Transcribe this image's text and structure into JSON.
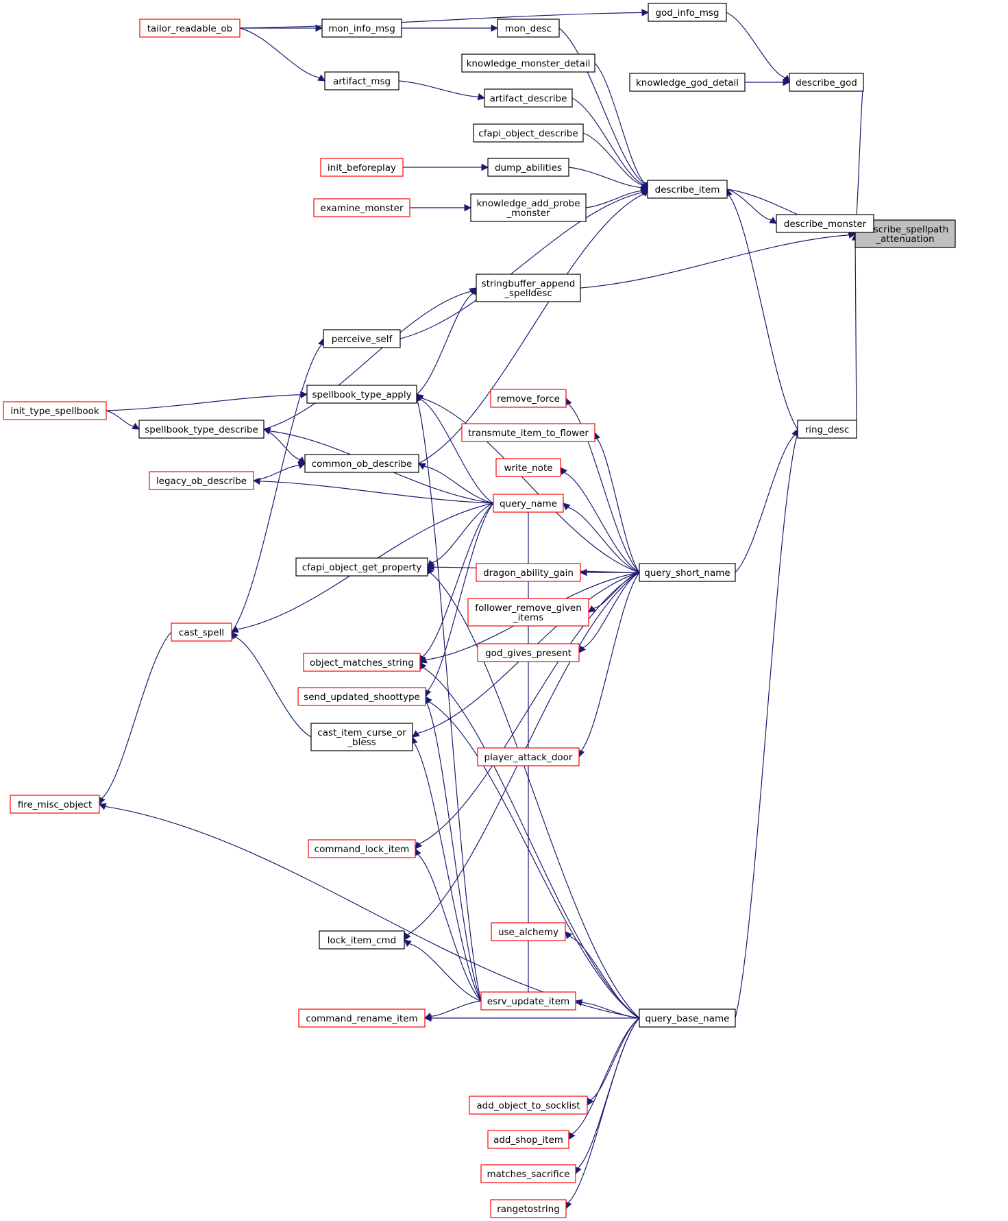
{
  "colors": {
    "edge": "#191970",
    "red_border": "#ff0000",
    "black_border": "#000000",
    "root_fill": "#bfbfbf"
  },
  "nodes": [
    {
      "id": "describe_spellpath_attenuation",
      "lines": [
        "describe_spellpath",
        "_attenuation"
      ],
      "style": "root"
    },
    {
      "id": "describe_god",
      "lines": [
        "describe_god"
      ],
      "style": "black"
    },
    {
      "id": "describe_item",
      "lines": [
        "describe_item"
      ],
      "style": "black"
    },
    {
      "id": "describe_monster",
      "lines": [
        "describe_monster"
      ],
      "style": "black"
    },
    {
      "id": "stringbuffer_append_spelldesc",
      "lines": [
        "stringbuffer_append",
        "_spelldesc"
      ],
      "style": "black"
    },
    {
      "id": "ring_desc",
      "lines": [
        "ring_desc"
      ],
      "style": "black"
    },
    {
      "id": "god_info_msg",
      "lines": [
        "god_info_msg"
      ],
      "style": "black"
    },
    {
      "id": "knowledge_god_detail",
      "lines": [
        "knowledge_god_detail"
      ],
      "style": "black"
    },
    {
      "id": "tailor_readable_ob",
      "lines": [
        "tailor_readable_ob"
      ],
      "style": "red"
    },
    {
      "id": "mon_info_msg",
      "lines": [
        "mon_info_msg"
      ],
      "style": "black"
    },
    {
      "id": "mon_desc",
      "lines": [
        "mon_desc"
      ],
      "style": "black"
    },
    {
      "id": "knowledge_monster_detail",
      "lines": [
        "knowledge_monster_detail"
      ],
      "style": "black"
    },
    {
      "id": "artifact_msg",
      "lines": [
        "artifact_msg"
      ],
      "style": "black"
    },
    {
      "id": "artifact_describe",
      "lines": [
        "artifact_describe"
      ],
      "style": "black"
    },
    {
      "id": "cfapi_object_describe",
      "lines": [
        "cfapi_object_describe"
      ],
      "style": "black"
    },
    {
      "id": "init_beforeplay",
      "lines": [
        "init_beforeplay"
      ],
      "style": "red"
    },
    {
      "id": "dump_abilities",
      "lines": [
        "dump_abilities"
      ],
      "style": "black"
    },
    {
      "id": "examine_monster",
      "lines": [
        "examine_monster"
      ],
      "style": "red"
    },
    {
      "id": "knowledge_add_probe_monster",
      "lines": [
        "knowledge_add_probe",
        "_monster"
      ],
      "style": "black"
    },
    {
      "id": "perceive_self",
      "lines": [
        "perceive_self"
      ],
      "style": "black"
    },
    {
      "id": "spellbook_type_apply",
      "lines": [
        "spellbook_type_apply"
      ],
      "style": "black"
    },
    {
      "id": "init_type_spellbook",
      "lines": [
        "init_type_spellbook"
      ],
      "style": "red"
    },
    {
      "id": "spellbook_type_describe",
      "lines": [
        "spellbook_type_describe"
      ],
      "style": "black"
    },
    {
      "id": "common_ob_describe",
      "lines": [
        "common_ob_describe"
      ],
      "style": "black"
    },
    {
      "id": "legacy_ob_describe",
      "lines": [
        "legacy_ob_describe"
      ],
      "style": "red"
    },
    {
      "id": "query_name",
      "lines": [
        "query_name"
      ],
      "style": "red"
    },
    {
      "id": "remove_force",
      "lines": [
        "remove_force"
      ],
      "style": "red"
    },
    {
      "id": "transmute_item_to_flower",
      "lines": [
        "transmute_item_to_flower"
      ],
      "style": "red"
    },
    {
      "id": "write_note",
      "lines": [
        "write_note"
      ],
      "style": "red"
    },
    {
      "id": "cfapi_object_get_property",
      "lines": [
        "cfapi_object_get_property"
      ],
      "style": "black"
    },
    {
      "id": "query_short_name",
      "lines": [
        "query_short_name"
      ],
      "style": "black"
    },
    {
      "id": "dragon_ability_gain",
      "lines": [
        "dragon_ability_gain"
      ],
      "style": "red"
    },
    {
      "id": "follower_remove_given_items",
      "lines": [
        "follower_remove_given",
        "_items"
      ],
      "style": "red"
    },
    {
      "id": "god_gives_present",
      "lines": [
        "god_gives_present"
      ],
      "style": "red"
    },
    {
      "id": "cast_spell",
      "lines": [
        "cast_spell"
      ],
      "style": "red"
    },
    {
      "id": "object_matches_string",
      "lines": [
        "object_matches_string"
      ],
      "style": "red"
    },
    {
      "id": "send_updated_shoottype",
      "lines": [
        "send_updated_shoottype"
      ],
      "style": "red"
    },
    {
      "id": "cast_item_curse_or_bless",
      "lines": [
        "cast_item_curse_or",
        "_bless"
      ],
      "style": "black"
    },
    {
      "id": "player_attack_door",
      "lines": [
        "player_attack_door"
      ],
      "style": "red"
    },
    {
      "id": "fire_misc_object",
      "lines": [
        "fire_misc_object"
      ],
      "style": "red"
    },
    {
      "id": "command_lock_item",
      "lines": [
        "command_lock_item"
      ],
      "style": "red"
    },
    {
      "id": "use_alchemy",
      "lines": [
        "use_alchemy"
      ],
      "style": "red"
    },
    {
      "id": "lock_item_cmd",
      "lines": [
        "lock_item_cmd"
      ],
      "style": "black"
    },
    {
      "id": "esrv_update_item",
      "lines": [
        "esrv_update_item"
      ],
      "style": "red"
    },
    {
      "id": "command_rename_item",
      "lines": [
        "command_rename_item"
      ],
      "style": "red"
    },
    {
      "id": "query_base_name",
      "lines": [
        "query_base_name"
      ],
      "style": "black"
    },
    {
      "id": "add_object_to_socklist",
      "lines": [
        "add_object_to_socklist"
      ],
      "style": "red"
    },
    {
      "id": "add_shop_item",
      "lines": [
        "add_shop_item"
      ],
      "style": "red"
    },
    {
      "id": "matches_sacrifice",
      "lines": [
        "matches_sacrifice"
      ],
      "style": "red"
    },
    {
      "id": "rangetostring",
      "lines": [
        "rangetostring"
      ],
      "style": "red"
    }
  ],
  "edges": [
    {
      "from": "describe_god",
      "to": "describe_spellpath_attenuation"
    },
    {
      "from": "describe_item",
      "to": "describe_spellpath_attenuation"
    },
    {
      "from": "describe_monster",
      "to": "describe_spellpath_attenuation"
    },
    {
      "from": "stringbuffer_append_spelldesc",
      "to": "describe_spellpath_attenuation"
    },
    {
      "from": "ring_desc",
      "to": "describe_spellpath_attenuation"
    },
    {
      "from": "god_info_msg",
      "to": "describe_god"
    },
    {
      "from": "knowledge_god_detail",
      "to": "describe_god"
    },
    {
      "from": "tailor_readable_ob",
      "to": "god_info_msg"
    },
    {
      "from": "tailor_readable_ob",
      "to": "mon_info_msg"
    },
    {
      "from": "tailor_readable_ob",
      "to": "artifact_msg"
    },
    {
      "from": "mon_info_msg",
      "to": "mon_desc"
    },
    {
      "from": "mon_desc",
      "to": "describe_item"
    },
    {
      "from": "knowledge_monster_detail",
      "to": "describe_item"
    },
    {
      "from": "artifact_msg",
      "to": "artifact_describe"
    },
    {
      "from": "artifact_describe",
      "to": "describe_item"
    },
    {
      "from": "cfapi_object_describe",
      "to": "describe_item"
    },
    {
      "from": "init_beforeplay",
      "to": "dump_abilities"
    },
    {
      "from": "dump_abilities",
      "to": "describe_item"
    },
    {
      "from": "examine_monster",
      "to": "knowledge_add_probe_monster"
    },
    {
      "from": "knowledge_add_probe_monster",
      "to": "describe_item"
    },
    {
      "from": "perceive_self",
      "to": "describe_item"
    },
    {
      "from": "common_ob_describe",
      "to": "describe_item"
    },
    {
      "from": "describe_item",
      "to": "describe_monster"
    },
    {
      "from": "ring_desc",
      "to": "describe_item"
    },
    {
      "from": "spellbook_type_apply",
      "to": "stringbuffer_append_spelldesc"
    },
    {
      "from": "spellbook_type_describe",
      "to": "stringbuffer_append_spelldesc"
    },
    {
      "from": "query_short_name",
      "to": "ring_desc"
    },
    {
      "from": "query_base_name",
      "to": "ring_desc"
    },
    {
      "from": "cast_spell",
      "to": "perceive_self"
    },
    {
      "from": "init_type_spellbook",
      "to": "spellbook_type_apply"
    },
    {
      "from": "init_type_spellbook",
      "to": "spellbook_type_describe"
    },
    {
      "from": "legacy_ob_describe",
      "to": "common_ob_describe"
    },
    {
      "from": "spellbook_type_describe",
      "to": "common_ob_describe"
    },
    {
      "from": "query_name",
      "to": "common_ob_describe"
    },
    {
      "from": "query_name",
      "to": "legacy_ob_describe"
    },
    {
      "from": "query_name",
      "to": "spellbook_type_describe"
    },
    {
      "from": "query_name",
      "to": "spellbook_type_apply"
    },
    {
      "from": "query_name",
      "to": "cast_spell"
    },
    {
      "from": "query_name",
      "to": "cfapi_object_get_property"
    },
    {
      "from": "query_name",
      "to": "object_matches_string"
    },
    {
      "from": "query_name",
      "to": "send_updated_shoottype"
    },
    {
      "from": "query_name",
      "to": "esrv_update_item"
    },
    {
      "from": "query_short_name",
      "to": "query_name"
    },
    {
      "from": "query_short_name",
      "to": "spellbook_type_apply"
    },
    {
      "from": "query_short_name",
      "to": "remove_force"
    },
    {
      "from": "query_short_name",
      "to": "transmute_item_to_flower"
    },
    {
      "from": "query_short_name",
      "to": "write_note"
    },
    {
      "from": "query_short_name",
      "to": "cfapi_object_get_property"
    },
    {
      "from": "query_short_name",
      "to": "dragon_ability_gain"
    },
    {
      "from": "query_short_name",
      "to": "follower_remove_given_items"
    },
    {
      "from": "query_short_name",
      "to": "god_gives_present"
    },
    {
      "from": "query_short_name",
      "to": "object_matches_string"
    },
    {
      "from": "query_short_name",
      "to": "cast_item_curse_or_bless"
    },
    {
      "from": "query_short_name",
      "to": "player_attack_door"
    },
    {
      "from": "query_short_name",
      "to": "command_lock_item"
    },
    {
      "from": "query_short_name",
      "to": "lock_item_cmd"
    },
    {
      "from": "cast_spell",
      "to": "fire_misc_object"
    },
    {
      "from": "cast_item_curse_or_bless",
      "to": "cast_spell"
    },
    {
      "from": "esrv_update_item",
      "to": "cast_item_curse_or_bless"
    },
    {
      "from": "esrv_update_item",
      "to": "command_lock_item"
    },
    {
      "from": "esrv_update_item",
      "to": "lock_item_cmd"
    },
    {
      "from": "esrv_update_item",
      "to": "command_rename_item"
    },
    {
      "from": "esrv_update_item",
      "to": "spellbook_type_apply"
    },
    {
      "from": "esrv_update_item",
      "to": "send_updated_shoottype"
    },
    {
      "from": "query_base_name",
      "to": "esrv_update_item"
    },
    {
      "from": "query_base_name",
      "to": "command_rename_item"
    },
    {
      "from": "query_base_name",
      "to": "fire_misc_object"
    },
    {
      "from": "query_base_name",
      "to": "cfapi_object_get_property"
    },
    {
      "from": "query_base_name",
      "to": "object_matches_string"
    },
    {
      "from": "query_base_name",
      "to": "send_updated_shoottype"
    },
    {
      "from": "query_base_name",
      "to": "use_alchemy"
    },
    {
      "from": "query_base_name",
      "to": "add_object_to_socklist"
    },
    {
      "from": "query_base_name",
      "to": "add_shop_item"
    },
    {
      "from": "query_base_name",
      "to": "matches_sacrifice"
    },
    {
      "from": "query_base_name",
      "to": "rangetostring"
    }
  ]
}
